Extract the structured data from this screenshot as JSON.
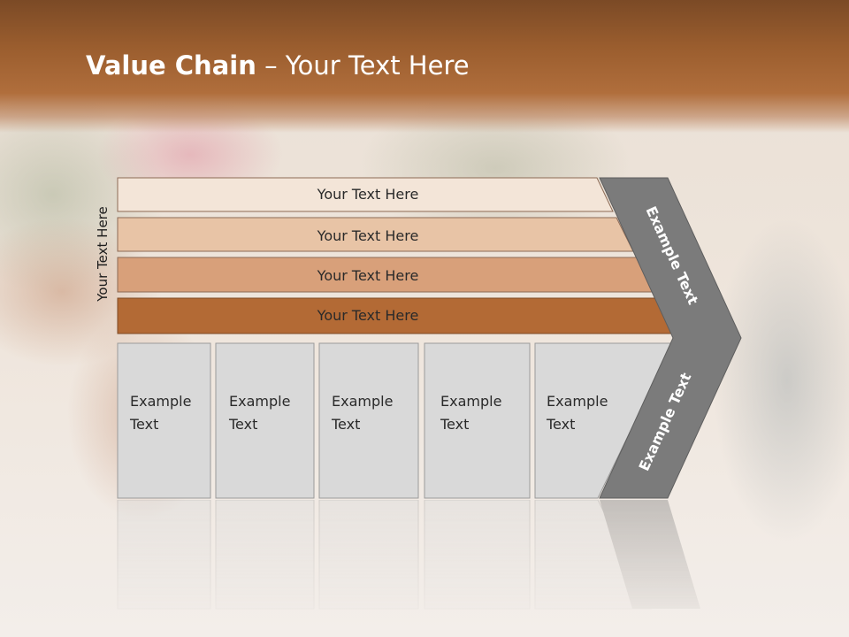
{
  "title": {
    "bold": "Value Chain",
    "rest": " – Your Text Here"
  },
  "left_label": "Your Text Here",
  "rows": [
    {
      "label": "Your Text Here",
      "color": "#f3e5d8"
    },
    {
      "label": "Your Text Here",
      "color": "#e8c4a6"
    },
    {
      "label": "Your Text Here",
      "color": "#d8a07a"
    },
    {
      "label": "Your Text Here",
      "color": "#b36a35"
    }
  ],
  "columns": [
    {
      "line1": "Example",
      "line2": "Text"
    },
    {
      "line1": "Example",
      "line2": "Text"
    },
    {
      "line1": "Example",
      "line2": "Text"
    },
    {
      "line1": "Example",
      "line2": "Text"
    },
    {
      "line1": "Example",
      "line2": "Text"
    }
  ],
  "arrow": {
    "top_label": "Example Text",
    "bottom_label": "Example Text",
    "color": "#7b7b7b"
  },
  "colors": {
    "header": "#a7652f",
    "column_fill": "#d9d9d9",
    "text_dark": "#2a2a2a"
  }
}
